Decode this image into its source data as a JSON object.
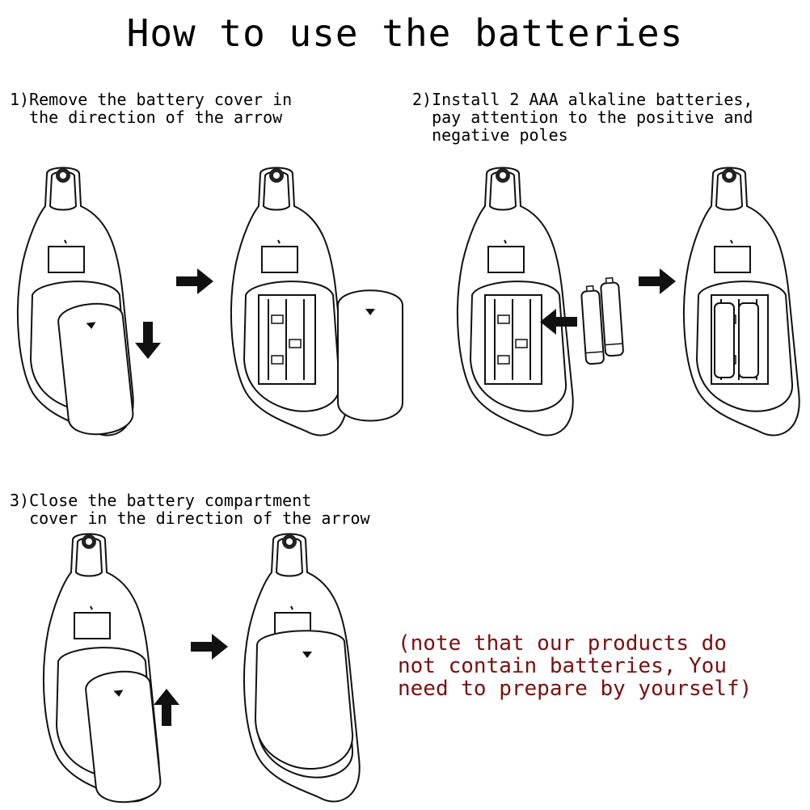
{
  "title": "How to use the batteries",
  "steps": [
    {
      "number": "1)",
      "line1": "Remove the battery cover in",
      "line2": "the direction of the arrow",
      "line3": ""
    },
    {
      "number": "2)",
      "line1": "Install 2 AAA alkaline batteries,",
      "line2": "pay attention to the positive and",
      "line3": "negative poles"
    },
    {
      "number": "3)",
      "line1": "Close the battery compartment",
      "line2": "cover in the direction of the arrow",
      "line3": ""
    }
  ],
  "note": {
    "line1": "(note that our products do",
    "line2": "not contain batteries, You",
    "line3": "need to prepare by yourself)",
    "color": "#7a1010"
  },
  "icons": [
    "thermometer-device",
    "battery-cover",
    "aaa-battery",
    "arrow"
  ]
}
